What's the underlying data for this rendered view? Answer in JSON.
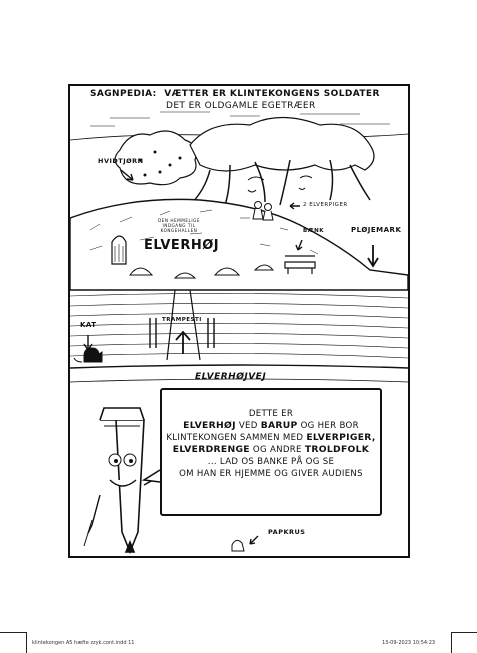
{
  "title": {
    "prefix": "SAGNPEDIA:",
    "line1": "VÆTTER ER KLINTEKONGENS SOLDATER",
    "line2": "DET ER OLDGAMLE EGETRÆER"
  },
  "labels": {
    "hvidtjorn": "HVIDTJØRN",
    "elverpiger": "2 ELVERPIGER",
    "hemmelig": [
      "DEN HEMMELIGE",
      "INDGANG TIL",
      "KONGEHALLEN"
    ],
    "elverhoj": "ELVERHØJ",
    "baenk": "BÆNK",
    "plojemark": "PLØJEMARK",
    "kat": "KAT",
    "trampesti": "TRAMPESTI",
    "elverhojvej": "ELVERHØJVEJ",
    "papkrus": "PAPKRUS"
  },
  "speech": {
    "line1": "DETTE ER",
    "line2a": "ELVERHØJ",
    "line2b": " VED ",
    "line2c": "BARUP",
    "line2d": " OG HER BOR",
    "line3a": "KLINTEKONGEN SAMMEN MED ",
    "line3b": "ELVERPIGER,",
    "line4a": "ELVERDRENGE",
    "line4b": " OG ANDRE ",
    "line4c": "TROLDFOLK",
    "line5": "...  LAD OS BANKE PÅ OG SE",
    "line6": "OM HAN ER HJEMME OG GIVER AUDIENS"
  },
  "footer": {
    "file": "klintekongen A5 hæfte zzyk.cont.indd   11",
    "date": "13-09-2023   10:54:23"
  }
}
